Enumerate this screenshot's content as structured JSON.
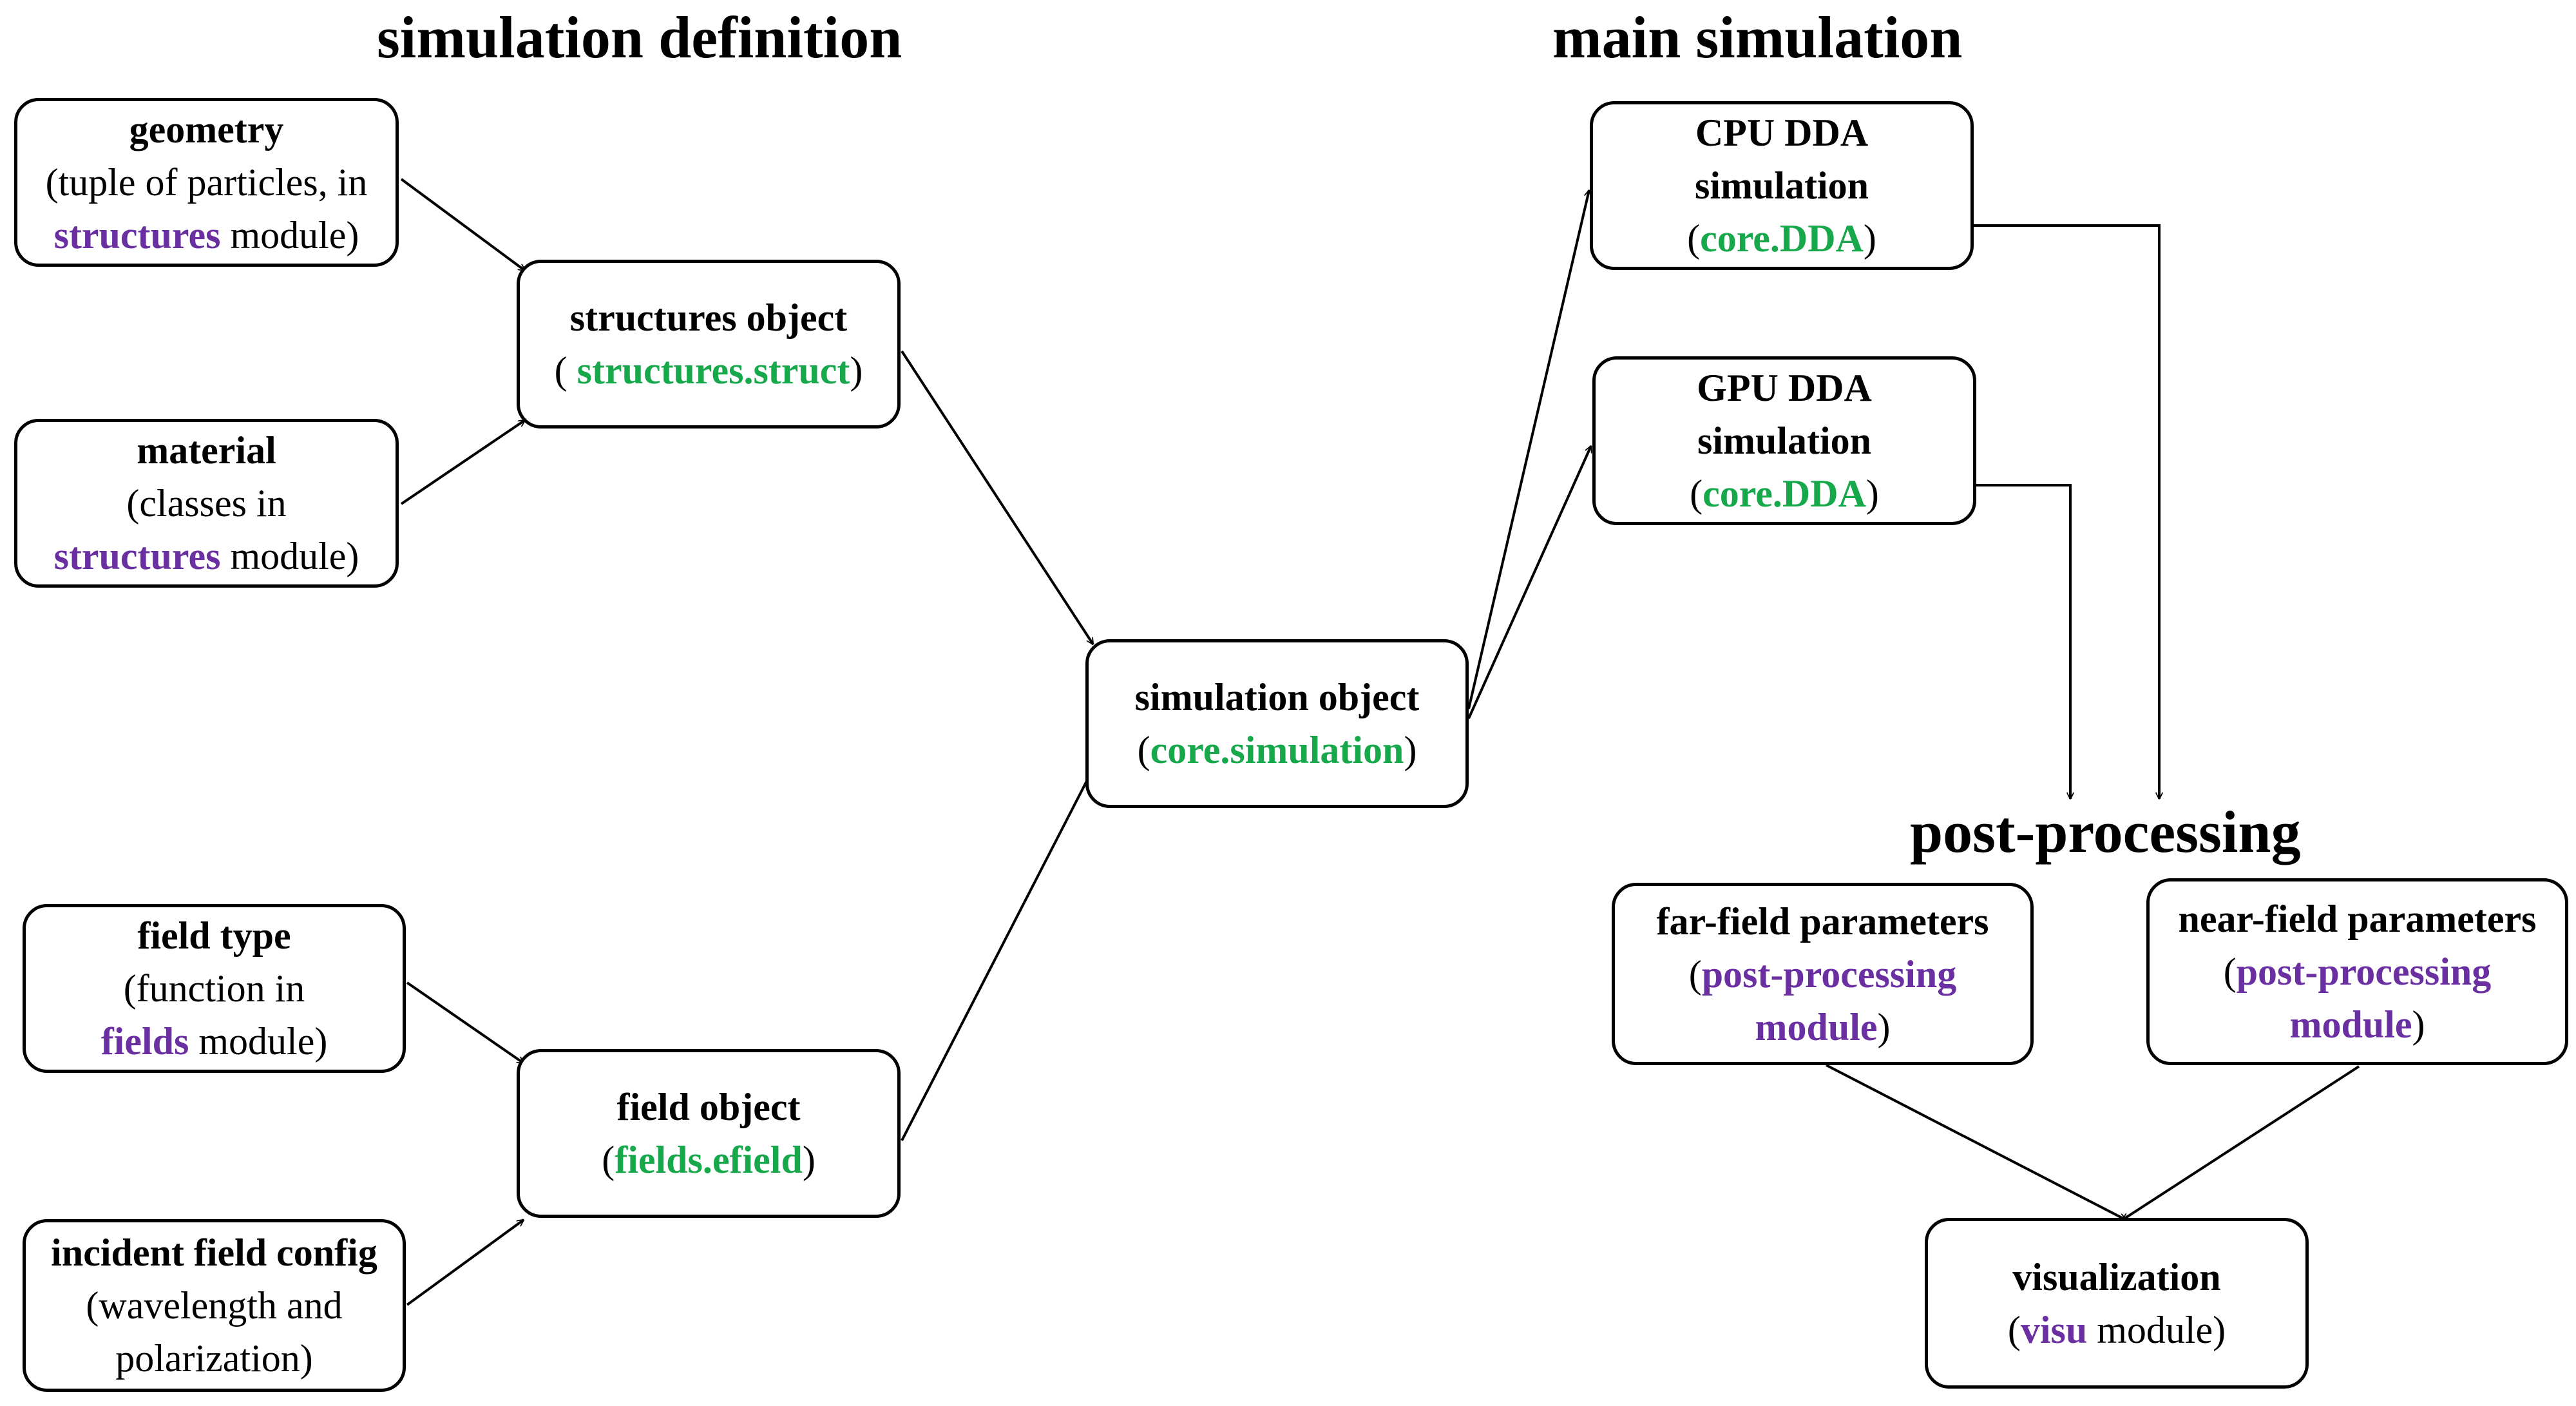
{
  "headings": {
    "definition": "simulation definition",
    "main": "main simulation",
    "post": "post-processing"
  },
  "boxes": {
    "geometry": {
      "title": "geometry",
      "l1": "(tuple of particles, in",
      "l2_hl": "structures",
      "l2_rest": " module)"
    },
    "material": {
      "title": "material",
      "l1": "(classes in",
      "l2_hl": "structures",
      "l2_rest": " module)"
    },
    "structures": {
      "title": "structures object",
      "open": "( ",
      "code": "structures.struct",
      "close": ")"
    },
    "field_type": {
      "title": "field type",
      "l1": "(function in",
      "l2_hl": "fields",
      "l2_rest": " module)"
    },
    "incident": {
      "title": "incident field config",
      "l1": "(wavelength and",
      "l2": "polarization)"
    },
    "field_obj": {
      "title": "field object",
      "open": "(",
      "code": "fields.efield",
      "close": ")"
    },
    "simulation": {
      "title": "simulation object",
      "open": "(",
      "code": "core.simulation",
      "close": ")"
    },
    "cpu": {
      "title1": "CPU DDA",
      "title2": "simulation",
      "open": "(",
      "code": "core.DDA",
      "close": ")"
    },
    "gpu": {
      "title1": "GPU DDA",
      "title2": "simulation",
      "open": "(",
      "code": "core.DDA",
      "close": ")"
    },
    "farfield": {
      "title": "far-field parameters",
      "open": "(",
      "hl1": "post-processing",
      "hl2": "module",
      "close": ")"
    },
    "nearfield": {
      "title": "near-field parameters",
      "open": "(",
      "hl1": "post-processing",
      "hl2": "module",
      "close": ")"
    },
    "visu": {
      "title": "visualization",
      "open": "(",
      "hl": "visu",
      "rest": " module)"
    }
  },
  "colors": {
    "code": "#16a84a",
    "module": "#6a2fa0",
    "stroke": "#000000"
  }
}
